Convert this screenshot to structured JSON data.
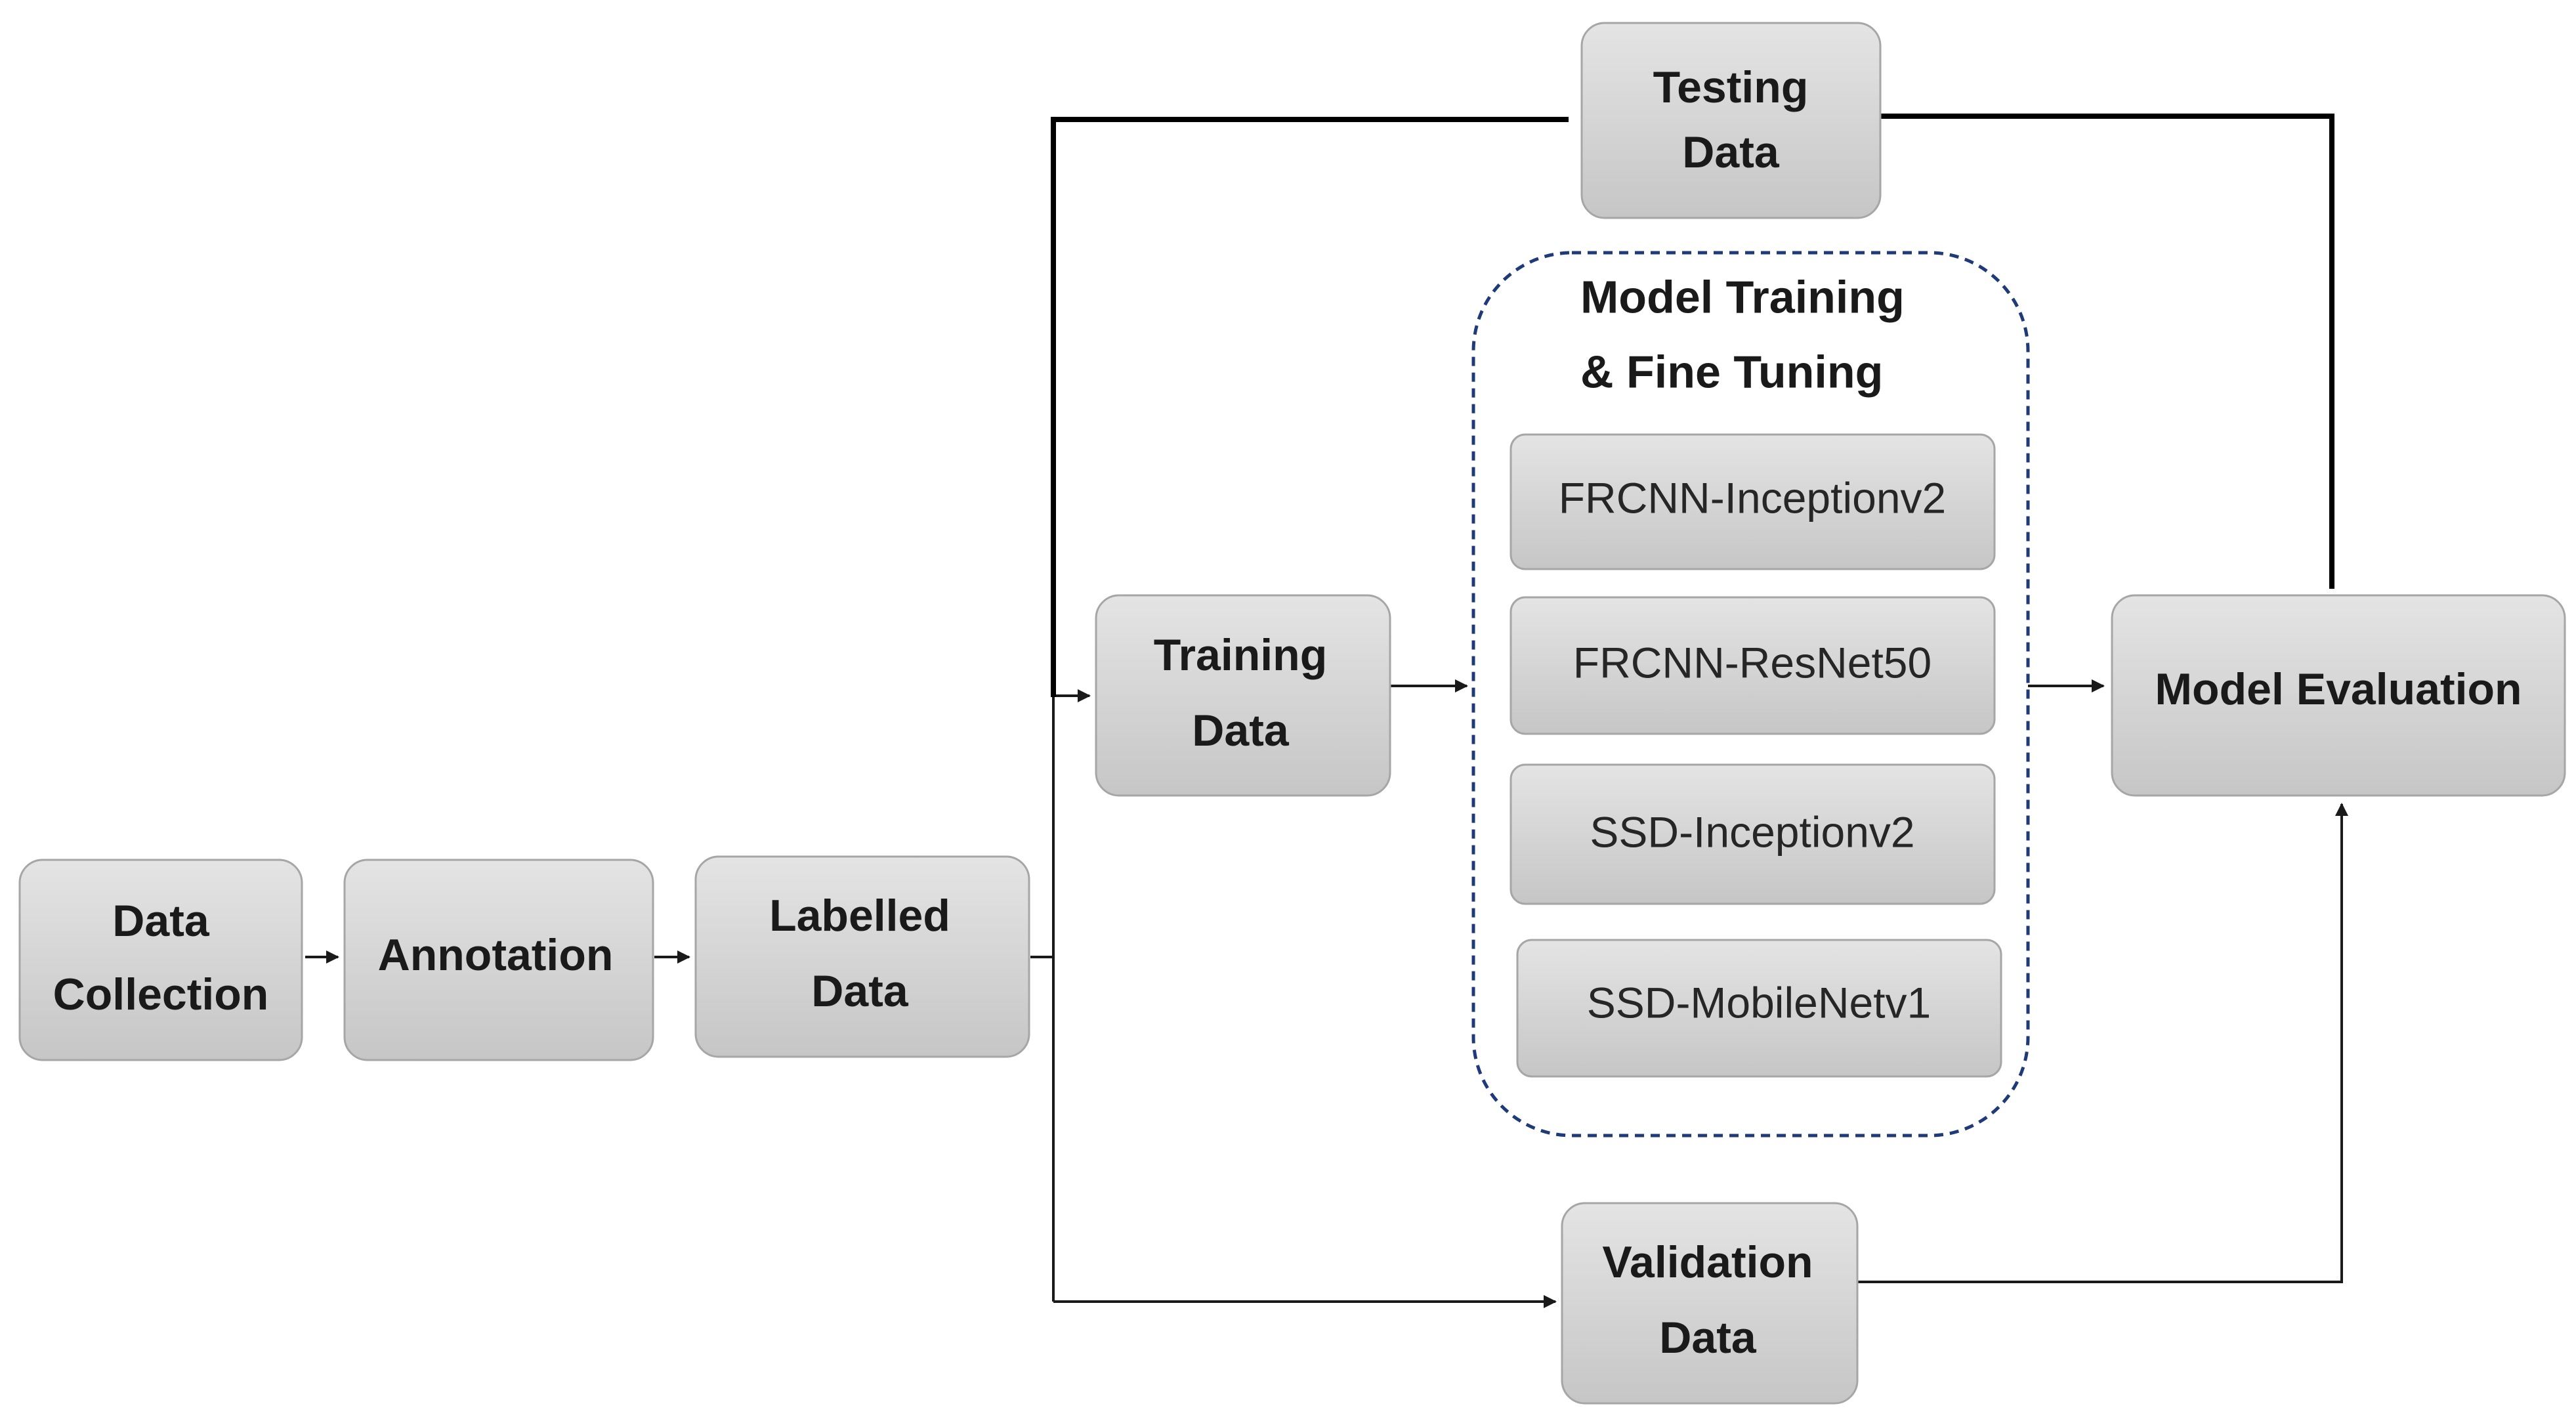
{
  "diagram": {
    "nodes": {
      "data_collection": {
        "line1": "Data",
        "line2": "Collection"
      },
      "annotation": {
        "line1": "Annotation"
      },
      "labelled_data": {
        "line1": "Labelled",
        "line2": "Data"
      },
      "training_data": {
        "line1": "Training",
        "line2": "Data"
      },
      "testing_data": {
        "line1": "Testing",
        "line2": "Data"
      },
      "validation_data": {
        "line1": "Validation",
        "line2": "Data"
      },
      "model_evaluation": {
        "line1": "Model Evaluation"
      }
    },
    "group": {
      "title_line1": "Model Training",
      "title_line2": "& Fine Tuning",
      "models": [
        "FRCNN-Inceptionv2",
        "FRCNN-ResNet50",
        "SSD-Inceptionv2",
        "SSD-MobileNetv1"
      ]
    },
    "colors": {
      "box_top": "#e3e3e3",
      "box_bottom": "#c4c4c4",
      "box_border": "#a6a6a6",
      "group_border": "#1f3a78",
      "text": "#1a1a1a",
      "arrow": "#000000"
    }
  }
}
